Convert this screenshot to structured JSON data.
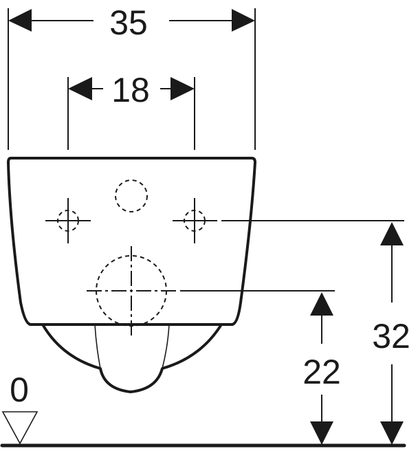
{
  "drawing": {
    "title": "Wall-hung WC front view dimension drawing",
    "colors": {
      "line": "#1a1a1a",
      "background": "#ffffff"
    }
  },
  "dimensions": {
    "overall_width": {
      "label": "35"
    },
    "fixing_spacing": {
      "label": "18"
    },
    "fixing_height": {
      "label": "32"
    },
    "outlet_height": {
      "label": "22"
    },
    "floor_level": {
      "label": "0"
    }
  },
  "symbols": {
    "floor_reference": "level-triangle-icon"
  }
}
